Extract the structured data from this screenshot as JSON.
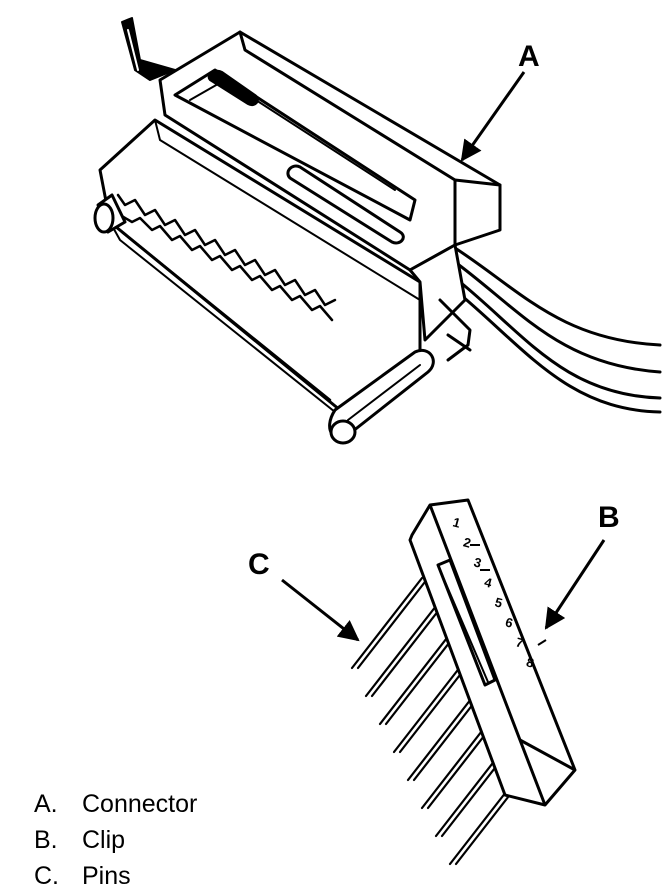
{
  "callouts": {
    "a": "A",
    "b": "B",
    "c": "C"
  },
  "clip_pin_numbers": [
    "1",
    "2",
    "3",
    "4",
    "5",
    "6",
    "7",
    "8"
  ],
  "legend": [
    {
      "key": "A.",
      "label": "Connector"
    },
    {
      "key": "B.",
      "label": "Clip"
    },
    {
      "key": "C.",
      "label": "Pins"
    }
  ]
}
